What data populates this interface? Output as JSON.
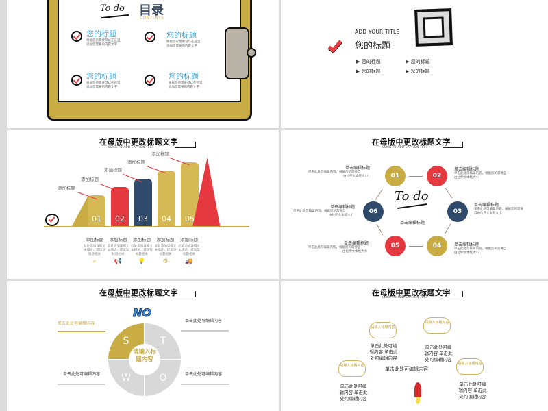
{
  "colors": {
    "gold": "#c9ac44",
    "red": "#e5393f",
    "navy": "#2f4a6b",
    "gray": "#d8d8d8",
    "blue": "#4aa6d6"
  },
  "slide1": {
    "todo": "To do",
    "title": "目录",
    "subtitle": "CONTENTS",
    "items": [
      {
        "title": "您的标题",
        "desc1": "根据您的需要可以在这里",
        "desc2": "添加您需要的内容文字"
      },
      {
        "title": "您的标题",
        "desc1": "根据您的需要可以在这里",
        "desc2": "添加您需要的内容文字"
      },
      {
        "title": "您的标题",
        "desc1": "根据您的需要可以在这里",
        "desc2": "添加您需要的内容文字"
      },
      {
        "title": "您的标题",
        "desc1": "根据您的需要可以在这里",
        "desc2": "添加您需要的内容文字"
      }
    ]
  },
  "slide2": {
    "heading_en": "ADD YOUR TITLE",
    "heading_zh": "您的标题",
    "items": [
      "您的标题",
      "您的标题",
      "您的标题",
      "您的标题"
    ]
  },
  "common_header": {
    "title": "在母版中更改标题文字",
    "subtitle": "CLICK TO ADD CAPTION TEXT"
  },
  "slide3": {
    "bar_labels_top": [
      "添加标题",
      "添加标题",
      "添加标题",
      "添加标题",
      "添加标题"
    ],
    "bars": [
      {
        "num": "01",
        "color": "#d4b955",
        "height": 40
      },
      {
        "num": "02",
        "color": "#e5393f",
        "height": 52
      },
      {
        "num": "03",
        "color": "#2f4a6b",
        "height": 64
      },
      {
        "num": "04",
        "color": "#d4b955",
        "height": 76
      },
      {
        "num": "05",
        "color": "#d4b955",
        "height": 88
      }
    ],
    "bottom_titles": [
      "添加标题",
      "添加标题",
      "添加标题",
      "添加标题",
      "添加标题"
    ],
    "bottom_desc": [
      "此处添加详细文本描述，建议与标题相关",
      "此处添加详细文本描述，建议与标题相关",
      "此处添加详细文本描述，建议与标题相关",
      "此处添加详细文本描述，建议与标题相关",
      "此处添加详细文本描述，建议与标题相关"
    ],
    "icons": [
      "search-icon",
      "megaphone-icon",
      "lightbulb-icon",
      "gear-icon",
      "truck-icon"
    ]
  },
  "slide4": {
    "center_todo": "To do",
    "center_caption": "单击编辑标题",
    "nodes": [
      {
        "num": "01",
        "title": "单击编辑标题",
        "desc1": "单击此处可编辑内容，根据您的需要自",
        "desc2": "由拉伸文本框大小"
      },
      {
        "num": "02",
        "title": "单击编辑标题",
        "desc1": "单击此处可编辑内容，根据您的需要自",
        "desc2": "由拉伸文本框大小"
      },
      {
        "num": "03",
        "title": "单击编辑标题",
        "desc1": "单击此处可编辑内容，根据您的需要",
        "desc2": "自由拉伸文本框大小"
      },
      {
        "num": "04",
        "title": "单击编辑标题",
        "desc1": "单击此处可编辑内容，根据您的需要自",
        "desc2": "由拉伸文本框大小"
      },
      {
        "num": "05",
        "title": "单击编辑标题",
        "desc1": "单击此处可编辑内容，根据您的需要自",
        "desc2": "由拉伸文本框大小"
      },
      {
        "num": "06",
        "title": "单击编辑标题",
        "desc1": "单击此处可编辑内容，根据您的需要自",
        "desc2": "由拉伸文本框大小"
      }
    ]
  },
  "slide5": {
    "badge": "NO",
    "center": "请输入标题内容",
    "letters": [
      "S",
      "T",
      "W",
      "O"
    ],
    "texts": [
      "单击此处可编辑内容",
      "单击此处可编辑内容",
      "单击此处可编辑内容",
      "单击此处可编辑内容"
    ]
  },
  "slide6": {
    "cloud_label": "请输入标题内容",
    "center_text": "单击此处可编辑内容",
    "block_text": "单击此处可编\n辑内容 单击此\n处可编辑内容"
  }
}
